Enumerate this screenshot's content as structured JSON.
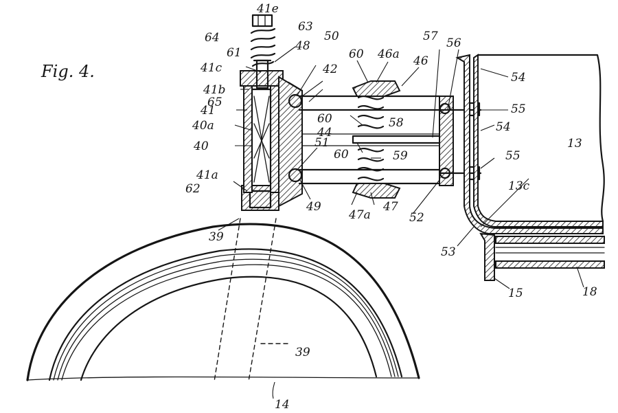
{
  "figure": {
    "title": "Fig. 4.",
    "labels": {
      "l41e": "41e",
      "l64": "64",
      "l63": "63",
      "l61": "61",
      "l41c": "41c",
      "l48": "48",
      "l50": "50",
      "l60a": "60",
      "l46a": "46a",
      "l57": "57",
      "l56": "56",
      "l42": "42",
      "l46": "46",
      "l54a": "54",
      "l41b": "41b",
      "l65": "65",
      "l55a": "55",
      "l41": "41",
      "l60b": "60",
      "l58": "58",
      "l40a": "40a",
      "l44": "44",
      "l54b": "54",
      "l13": "13",
      "l40": "40",
      "l51": "51",
      "l60c": "60",
      "l59": "59",
      "l55b": "55",
      "l41a": "41a",
      "l13c": "13c",
      "l62": "62",
      "l49": "49",
      "l47a": "47a",
      "l47": "47",
      "l52": "52",
      "l39a": "39",
      "l53": "53",
      "l15": "15",
      "l18": "18",
      "l39b": "39",
      "l14": "14"
    }
  }
}
